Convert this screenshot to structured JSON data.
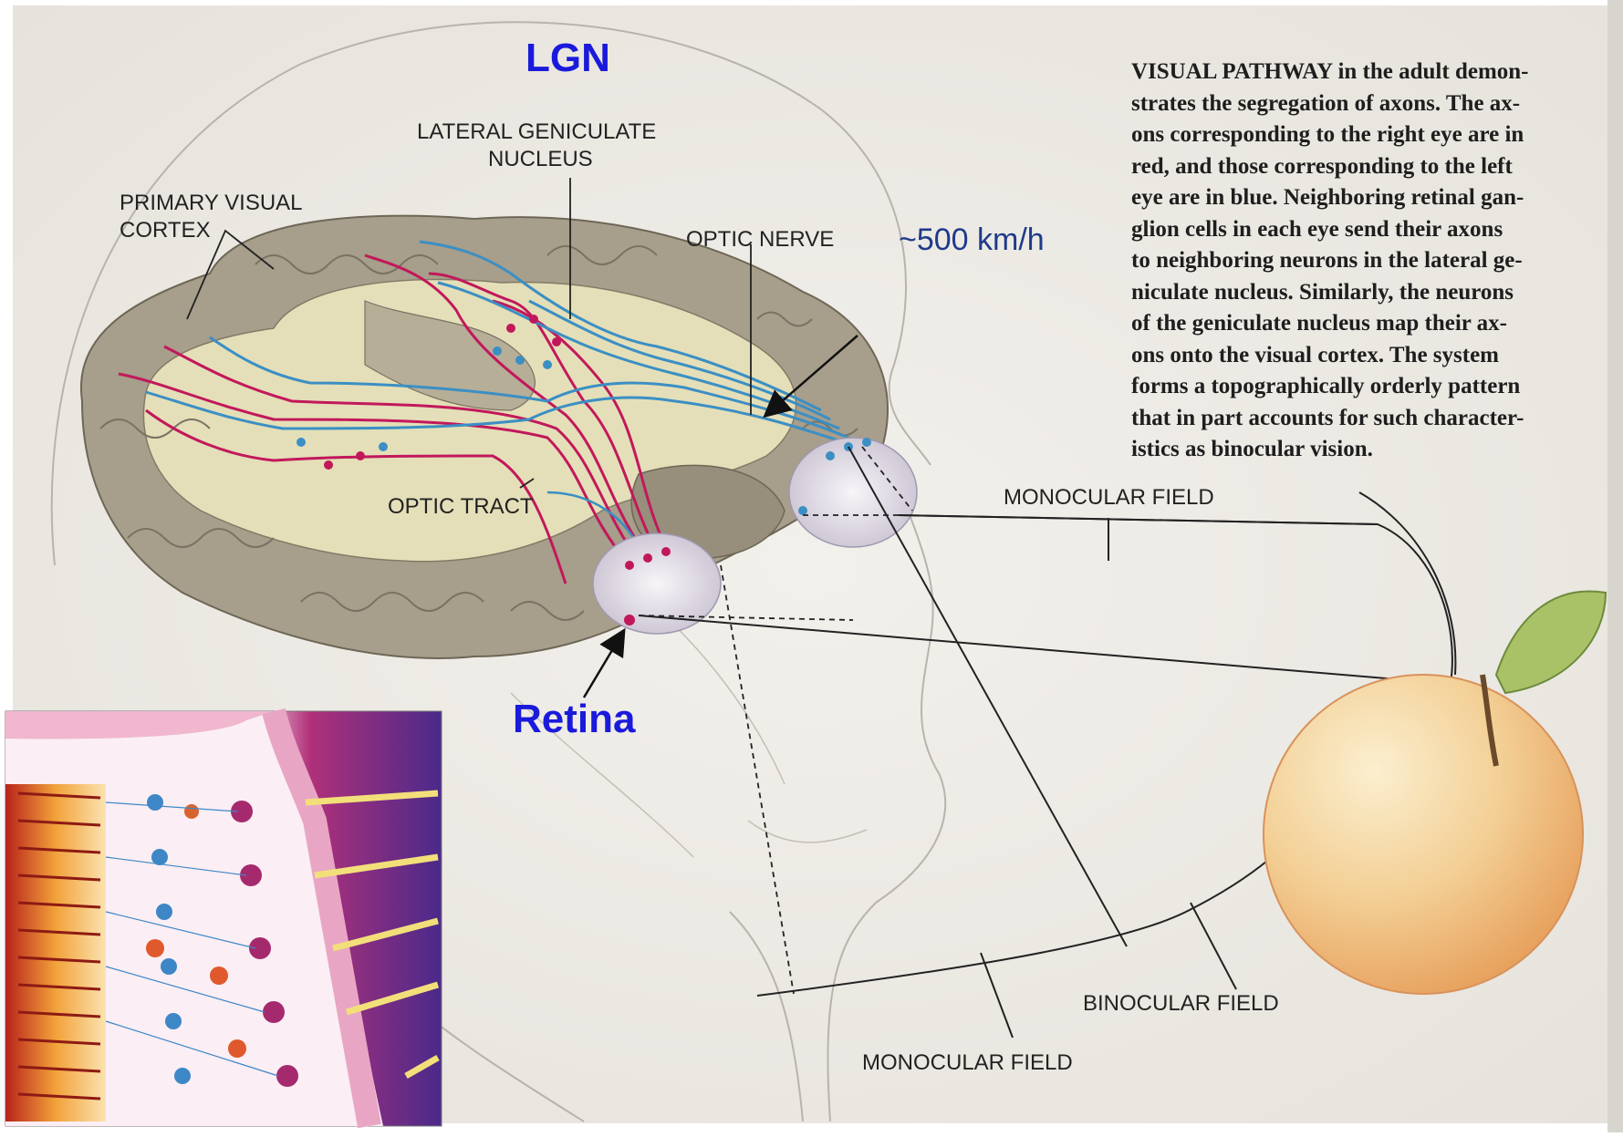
{
  "annotations": {
    "lgn": "LGN",
    "retina": "Retina",
    "speed": "~500 km/h"
  },
  "labels": {
    "lateral_geniculate_line1": "LATERAL GENICULATE",
    "lateral_geniculate_line2": "NUCLEUS",
    "primary_visual_cortex_line1": "PRIMARY VISUAL",
    "primary_visual_cortex_line2": "CORTEX",
    "optic_nerve": "OPTIC NERVE",
    "optic_tract": "OPTIC TRACT",
    "monocular_field_top": "MONOCULAR FIELD",
    "binocular_field": "BINOCULAR FIELD",
    "monocular_field_bottom": "MONOCULAR FIELD"
  },
  "caption_lines": [
    "VISUAL PATHWAY in the adult demon-",
    "strates the segregation of axons. The ax-",
    "ons corresponding to the right eye are in",
    "red, and those corresponding to the left",
    "eye are in blue. Neighboring retinal gan-",
    "glion cells in each eye send their axons",
    "to neighboring neurons in the lateral ge-",
    "niculate nucleus. Similarly, the neurons",
    "of the geniculate nucleus map their ax-",
    "ons onto the visual cortex. The system",
    "forms a topographically orderly pattern",
    "that in part accounts for such character-",
    "istics as binocular vision."
  ],
  "colors": {
    "annotation_blue": "#1a1adb",
    "speed_blue": "#1f3a8a",
    "right_eye_axons": "#c2185b",
    "left_eye_axons": "#3b8fc4",
    "background": "#eeece7",
    "brain_gray": "#a39a88",
    "brain_inner": "#e6e2b8",
    "apple": "#f1c48a"
  }
}
